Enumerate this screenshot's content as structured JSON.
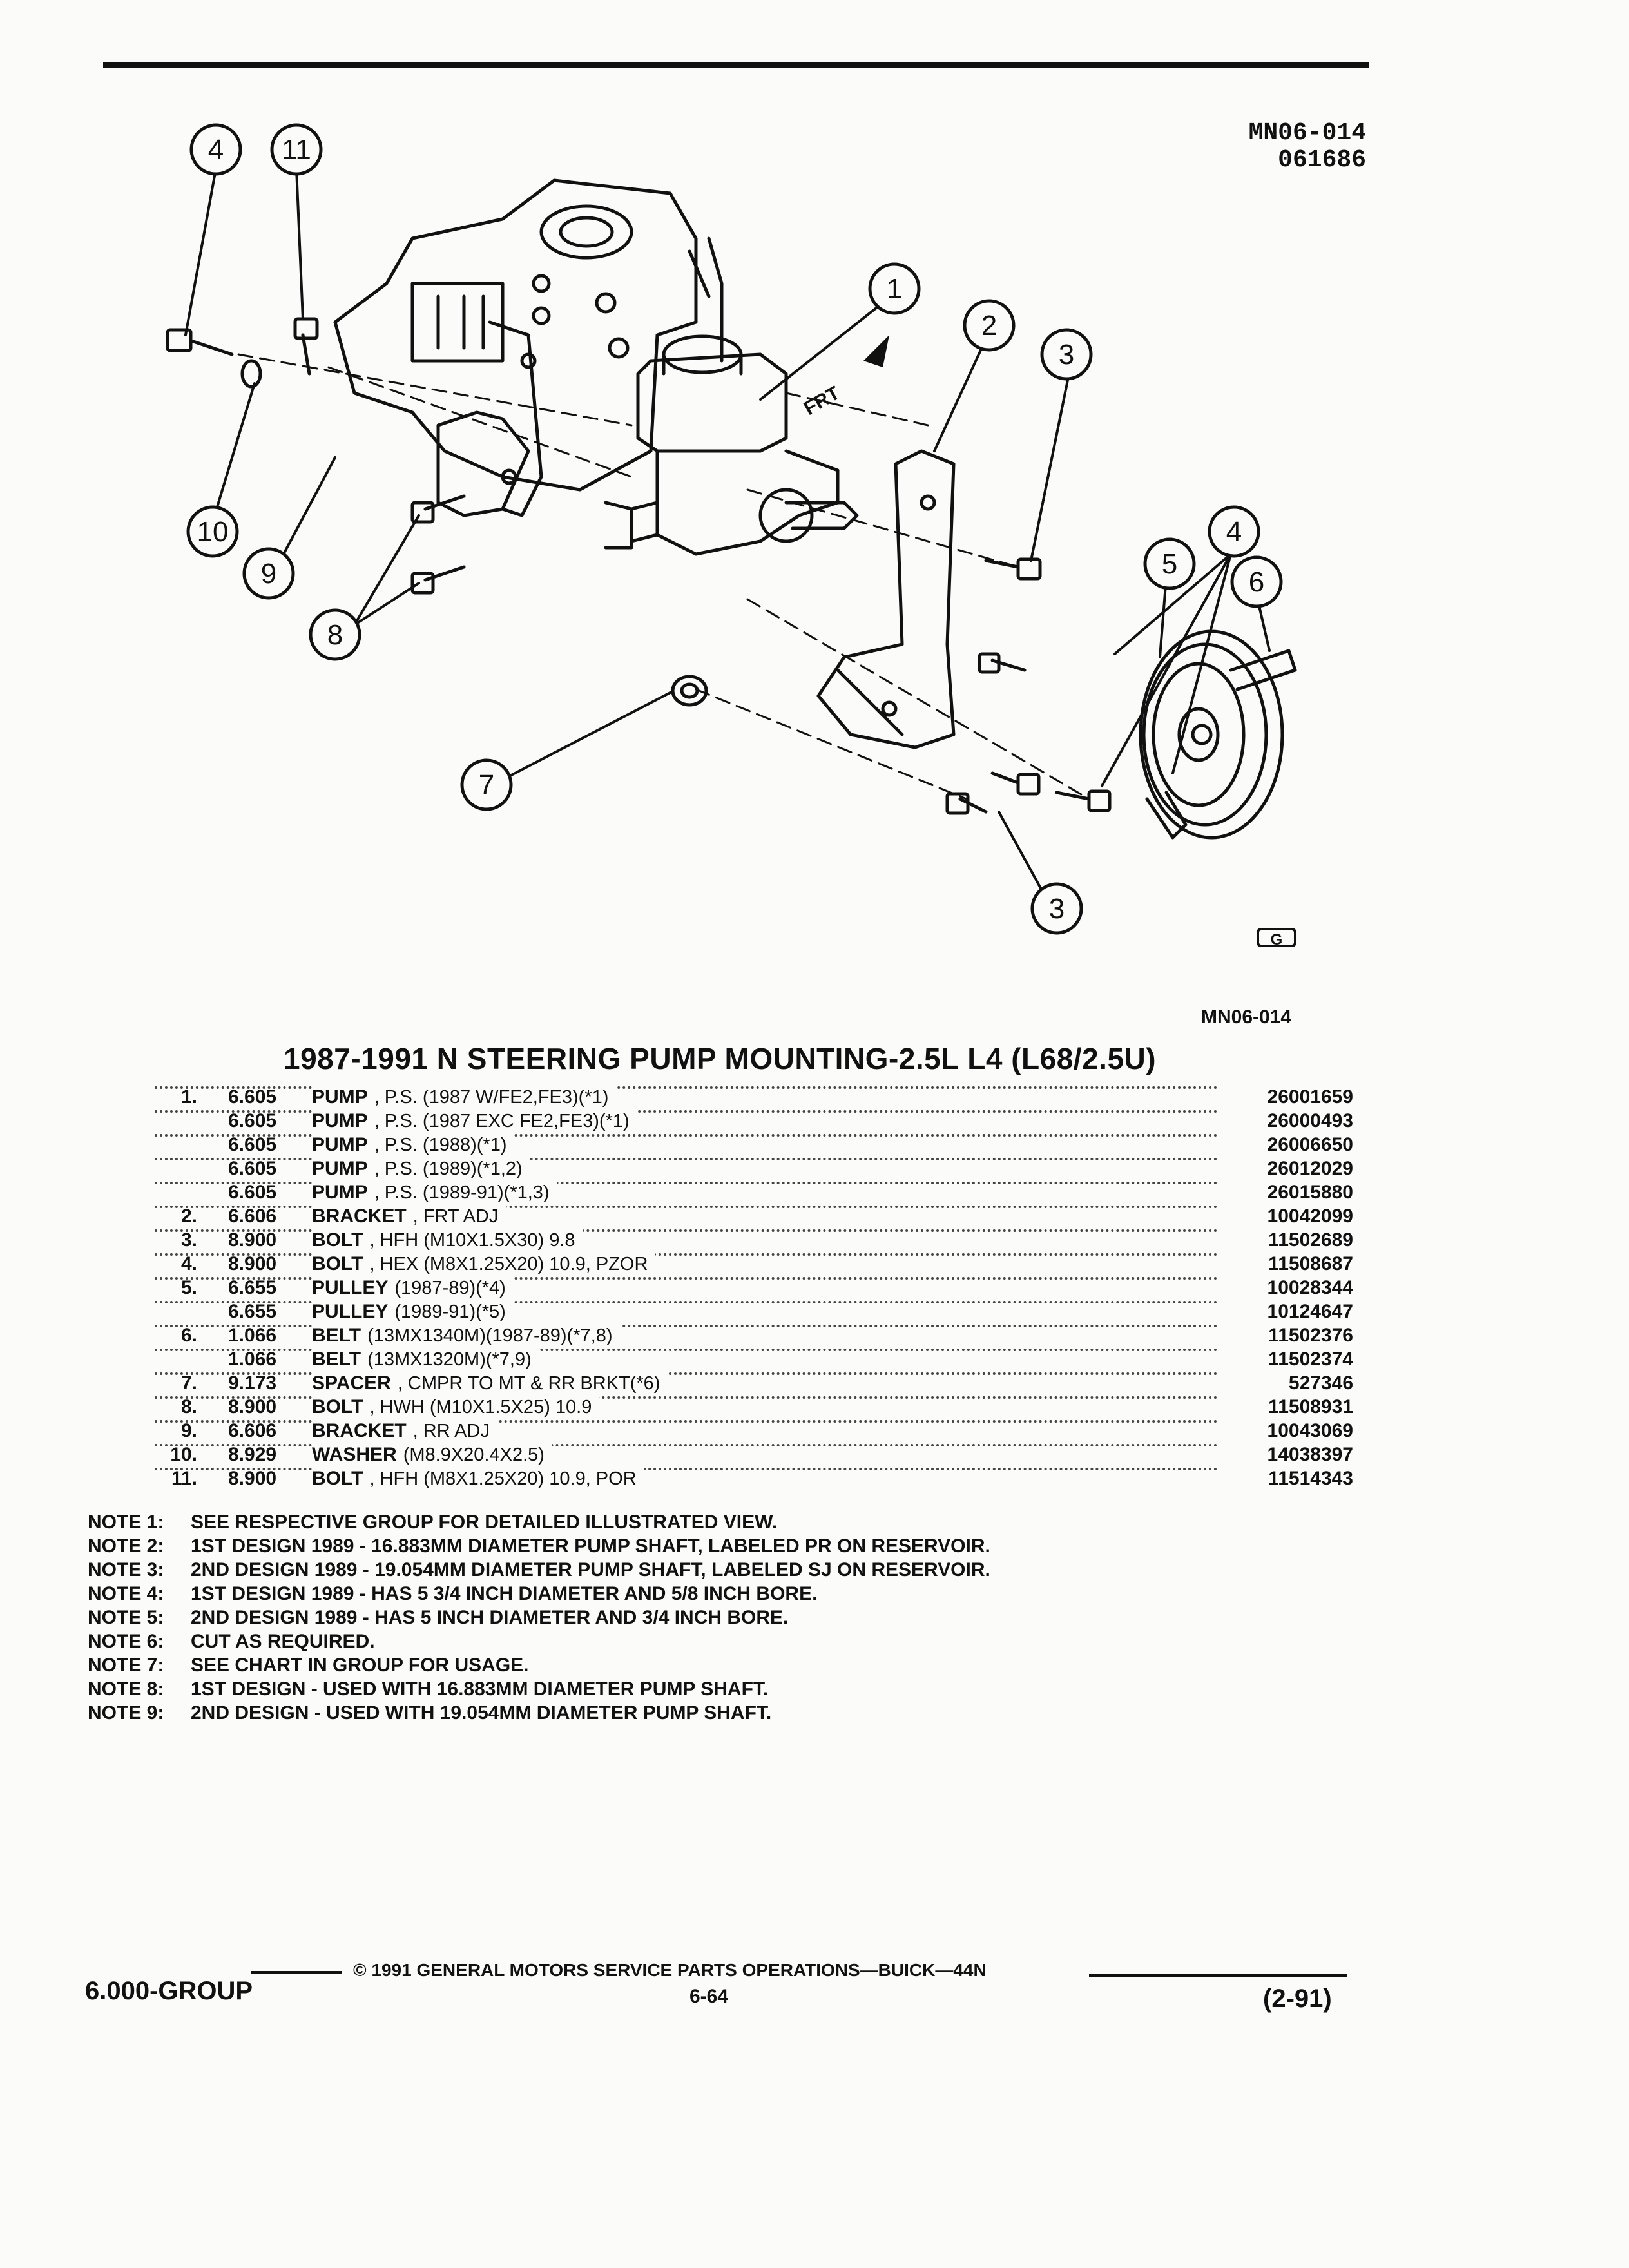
{
  "figure": {
    "code_top_1": "MN06-014",
    "code_top_2": "061686",
    "code_bottom": "MN06-014",
    "front_label": "FRT",
    "brand_mark": "G",
    "callouts": [
      "4",
      "11",
      "1",
      "2",
      "3",
      "10",
      "9",
      "8",
      "4",
      "5",
      "6",
      "7",
      "3"
    ]
  },
  "title": "1987-1991 N STEERING PUMP MOUNTING-2.5L L4 (L68/2.5U)",
  "parts": [
    {
      "num": "1.",
      "group": "6.605",
      "name": "PUMP",
      "desc": ", P.S. (1987 W/FE2,FE3)(*1)",
      "part": "26001659"
    },
    {
      "num": "",
      "group": "6.605",
      "name": "PUMP",
      "desc": ", P.S. (1987 EXC FE2,FE3)(*1)",
      "part": "26000493"
    },
    {
      "num": "",
      "group": "6.605",
      "name": "PUMP",
      "desc": ", P.S. (1988)(*1)",
      "part": "26006650"
    },
    {
      "num": "",
      "group": "6.605",
      "name": "PUMP",
      "desc": ", P.S. (1989)(*1,2)",
      "part": "26012029"
    },
    {
      "num": "",
      "group": "6.605",
      "name": "PUMP",
      "desc": ", P.S. (1989-91)(*1,3)",
      "part": "26015880"
    },
    {
      "num": "2.",
      "group": "6.606",
      "name": "BRACKET",
      "desc": ", FRT ADJ",
      "part": "10042099"
    },
    {
      "num": "3.",
      "group": "8.900",
      "name": "BOLT",
      "desc": ", HFH (M10X1.5X30) 9.8",
      "part": "11502689"
    },
    {
      "num": "4.",
      "group": "8.900",
      "name": "BOLT",
      "desc": ", HEX (M8X1.25X20) 10.9, PZOR",
      "part": "11508687"
    },
    {
      "num": "5.",
      "group": "6.655",
      "name": "PULLEY",
      "desc": "(1987-89)(*4)",
      "part": "10028344"
    },
    {
      "num": "",
      "group": "6.655",
      "name": "PULLEY",
      "desc": "(1989-91)(*5)",
      "part": "10124647"
    },
    {
      "num": "6.",
      "group": "1.066",
      "name": "BELT",
      "desc": "(13MX1340M)(1987-89)(*7,8)",
      "part": "11502376"
    },
    {
      "num": "",
      "group": "1.066",
      "name": "BELT",
      "desc": "(13MX1320M)(*7,9)",
      "part": "11502374"
    },
    {
      "num": "7.",
      "group": "9.173",
      "name": "SPACER",
      "desc": ", CMPR TO MT & RR BRKT(*6)",
      "part": "527346"
    },
    {
      "num": "8.",
      "group": "8.900",
      "name": "BOLT",
      "desc": ", HWH (M10X1.5X25) 10.9",
      "part": "11508931"
    },
    {
      "num": "9.",
      "group": "6.606",
      "name": "BRACKET",
      "desc": ", RR ADJ",
      "part": "10043069"
    },
    {
      "num": "10.",
      "group": "8.929",
      "name": "WASHER",
      "desc": "(M8.9X20.4X2.5)",
      "part": "14038397"
    },
    {
      "num": "11.",
      "group": "8.900",
      "name": "BOLT",
      "desc": ", HFH (M8X1.25X20) 10.9, POR",
      "part": "11514343"
    }
  ],
  "notes": [
    {
      "label": "NOTE 1:",
      "text": "SEE RESPECTIVE GROUP FOR DETAILED ILLUSTRATED VIEW."
    },
    {
      "label": "NOTE 2:",
      "text": "1ST DESIGN 1989 - 16.883MM DIAMETER PUMP SHAFT, LABELED PR ON RESERVOIR."
    },
    {
      "label": "NOTE 3:",
      "text": "2ND DESIGN 1989 - 19.054MM DIAMETER PUMP SHAFT, LABELED SJ ON RESERVOIR."
    },
    {
      "label": "NOTE 4:",
      "text": "1ST DESIGN 1989 - HAS 5 3/4 INCH DIAMETER AND 5/8 INCH BORE."
    },
    {
      "label": "NOTE 5:",
      "text": "2ND DESIGN 1989 - HAS 5 INCH DIAMETER AND 3/4 INCH BORE."
    },
    {
      "label": "NOTE 6:",
      "text": "CUT AS REQUIRED."
    },
    {
      "label": "NOTE 7:",
      "text": "SEE CHART IN GROUP FOR USAGE."
    },
    {
      "label": "NOTE 8:",
      "text": "1ST DESIGN - USED WITH 16.883MM DIAMETER PUMP SHAFT."
    },
    {
      "label": "NOTE 9:",
      "text": "2ND DESIGN - USED WITH 19.054MM DIAMETER PUMP SHAFT."
    }
  ],
  "footer": {
    "group": "6.000-GROUP",
    "copyright": "© 1991 GENERAL MOTORS SERVICE PARTS OPERATIONS—BUICK—44N",
    "page": "6-64",
    "date": "(2-91)"
  }
}
